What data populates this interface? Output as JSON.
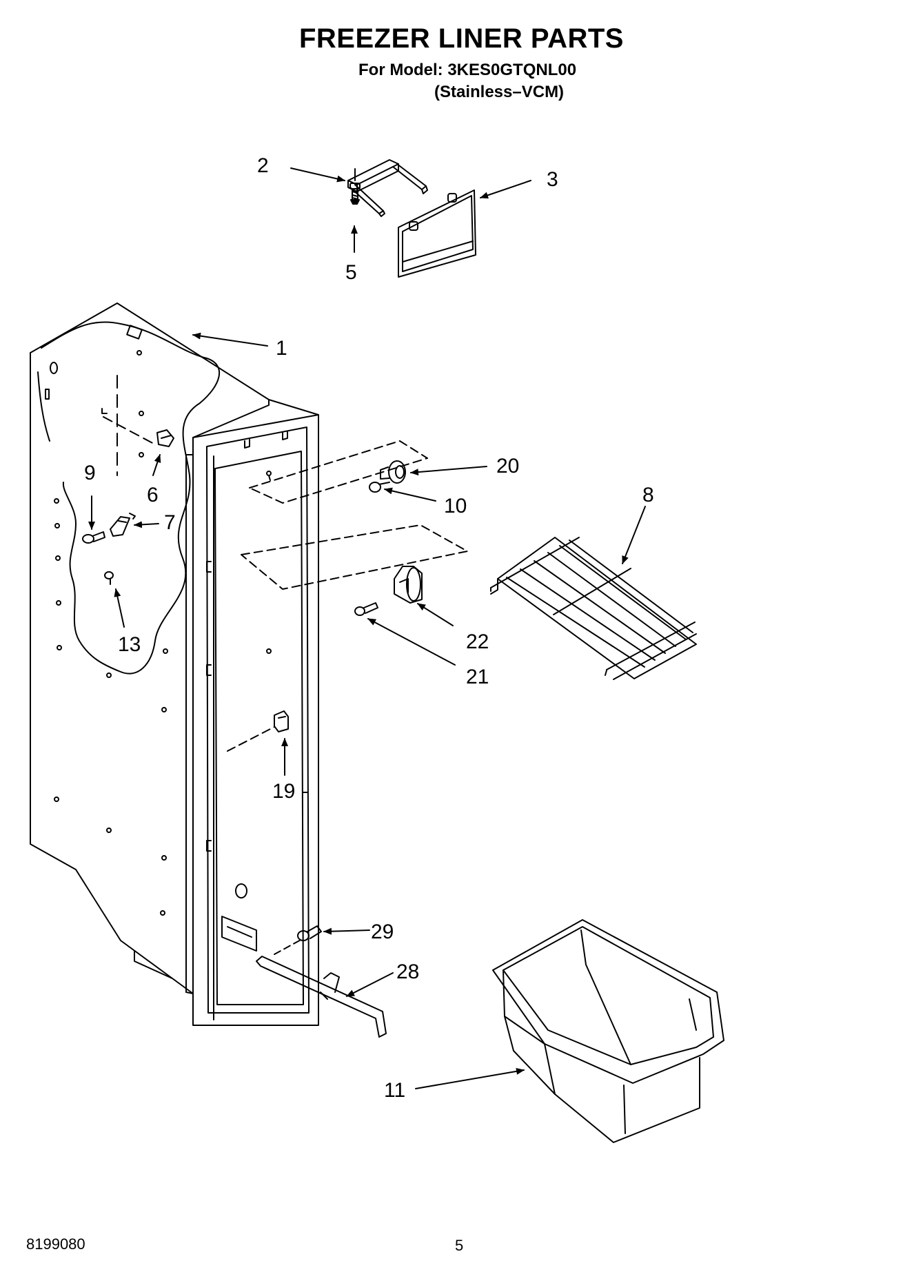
{
  "header": {
    "title": "FREEZER LINER PARTS",
    "model_line": "For Model: 3KES0GTQNL00",
    "variant_line": "(Stainless–VCM)"
  },
  "footer": {
    "doc_number": "8199080",
    "page_number": "5"
  },
  "callouts": {
    "c1": "1",
    "c2": "2",
    "c3": "3",
    "c5": "5",
    "c6": "6",
    "c7": "7",
    "c8": "8",
    "c9": "9",
    "c10": "10",
    "c11": "11",
    "c13": "13",
    "c19": "19",
    "c20": "20",
    "c21": "21",
    "c22": "22",
    "c28": "28",
    "c29": "29"
  }
}
